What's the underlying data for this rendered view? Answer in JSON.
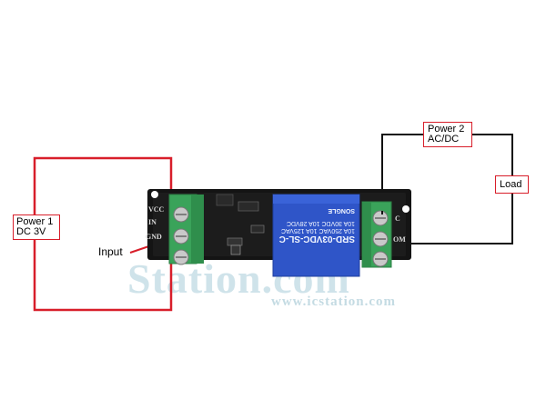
{
  "power1": {
    "line1": "Power 1",
    "line2": "DC 3V"
  },
  "power2": {
    "line1": "Power 2",
    "line2": "AC/DC"
  },
  "load": {
    "label": "Load"
  },
  "input": {
    "label": "Input"
  },
  "module_pins": {
    "vcc": "VCC",
    "in": "IN",
    "gnd": "GND"
  },
  "relay_pins": {
    "nc": "C",
    "com": "OM"
  },
  "relay": {
    "model": "SRD-03VDC-SL-C",
    "line1": "10A 250VAC 10A 125VAC",
    "line2": "10A 30VDC 10A 28VDC",
    "brand": "SONGLE"
  },
  "watermark": {
    "main": "Station.com",
    "url": "www.icstation.com"
  },
  "colors": {
    "wire_power1": "#d81e2a",
    "wire_power2": "#111111",
    "board": "#111111",
    "terminal": "#3aa35a",
    "relay": "#2f55c8"
  }
}
